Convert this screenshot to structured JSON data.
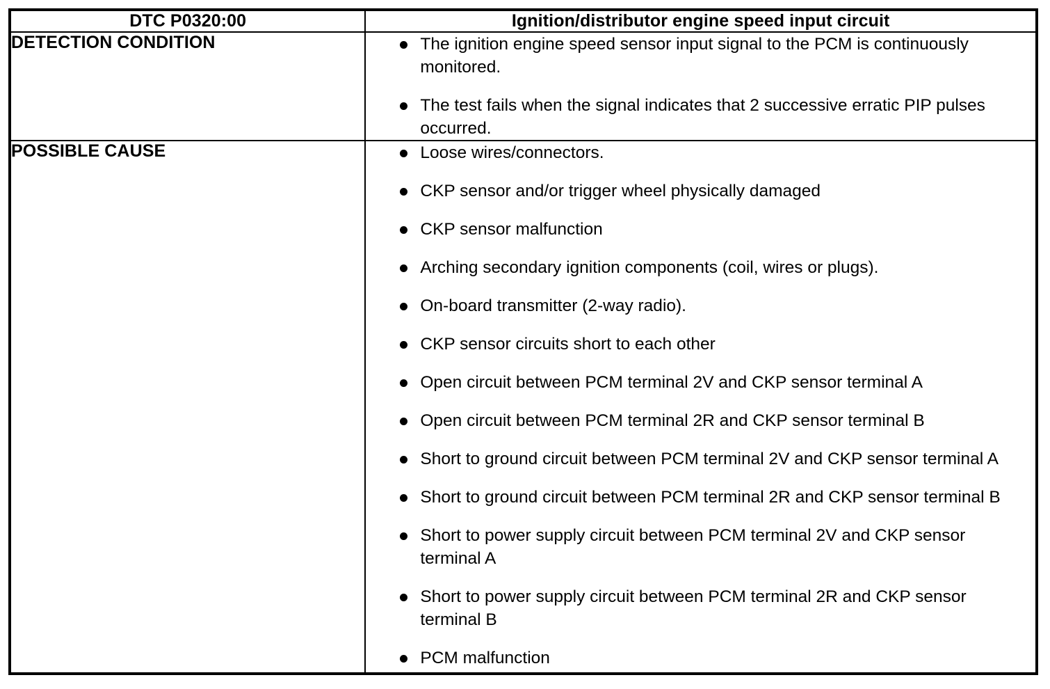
{
  "table": {
    "header": {
      "dtc_code": "DTC P0320:00",
      "fault_name": "Ignition/distributor engine speed input circuit"
    },
    "rows": [
      {
        "label": "DETECTION CONDITION",
        "bullets": [
          "The ignition engine speed sensor input signal to the PCM is continuously monitored.",
          "The test fails when the signal indicates that 2 successive erratic PIP pulses occurred."
        ]
      },
      {
        "label": "POSSIBLE CAUSE",
        "bullets": [
          "Loose wires/connectors.",
          "CKP sensor and/or trigger wheel physically damaged",
          "CKP sensor malfunction",
          "Arching secondary ignition components (coil, wires or plugs).",
          "On-board transmitter (2-way radio).",
          "CKP sensor circuits short to each other",
          "Open circuit between PCM terminal 2V and CKP sensor terminal A",
          "Open circuit between PCM terminal 2R and CKP sensor terminal B",
          "Short to ground circuit between PCM terminal 2V and CKP sensor terminal A",
          "Short to ground circuit between PCM terminal 2R and CKP sensor terminal B",
          "Short to power supply circuit between PCM terminal 2V and CKP sensor terminal A",
          "Short to power supply circuit between PCM terminal 2R and CKP sensor terminal B",
          "PCM malfunction"
        ]
      }
    ],
    "colors": {
      "border": "#000000",
      "text": "#000000",
      "background": "#ffffff"
    }
  }
}
